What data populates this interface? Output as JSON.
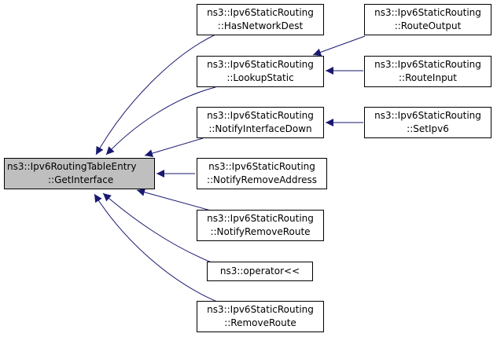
{
  "edge_color": "#191970",
  "root": {
    "line1": "ns3::Ipv6RoutingTableEntry",
    "line2": "::GetInterface"
  },
  "callers": [
    {
      "id": "has-network-dest",
      "line1": "ns3::Ipv6StaticRouting",
      "line2": "::HasNetworkDest"
    },
    {
      "id": "lookup-static",
      "line1": "ns3::Ipv6StaticRouting",
      "line2": "::LookupStatic"
    },
    {
      "id": "notify-interface-down",
      "line1": "ns3::Ipv6StaticRouting",
      "line2": "::NotifyInterfaceDown"
    },
    {
      "id": "notify-remove-address",
      "line1": "ns3::Ipv6StaticRouting",
      "line2": "::NotifyRemoveAddress"
    },
    {
      "id": "notify-remove-route",
      "line1": "ns3::Ipv6StaticRouting",
      "line2": "::NotifyRemoveRoute"
    },
    {
      "id": "operator-shift",
      "line1": "ns3::operator<<",
      "line2": ""
    },
    {
      "id": "remove-route",
      "line1": "ns3::Ipv6StaticRouting",
      "line2": "::RemoveRoute"
    }
  ],
  "second_level": [
    {
      "id": "route-output",
      "line1": "ns3::Ipv6StaticRouting",
      "line2": "::RouteOutput"
    },
    {
      "id": "route-input",
      "line1": "ns3::Ipv6StaticRouting",
      "line2": "::RouteInput"
    },
    {
      "id": "set-ipv6",
      "line1": "ns3::Ipv6StaticRouting",
      "line2": "::SetIpv6"
    }
  ]
}
